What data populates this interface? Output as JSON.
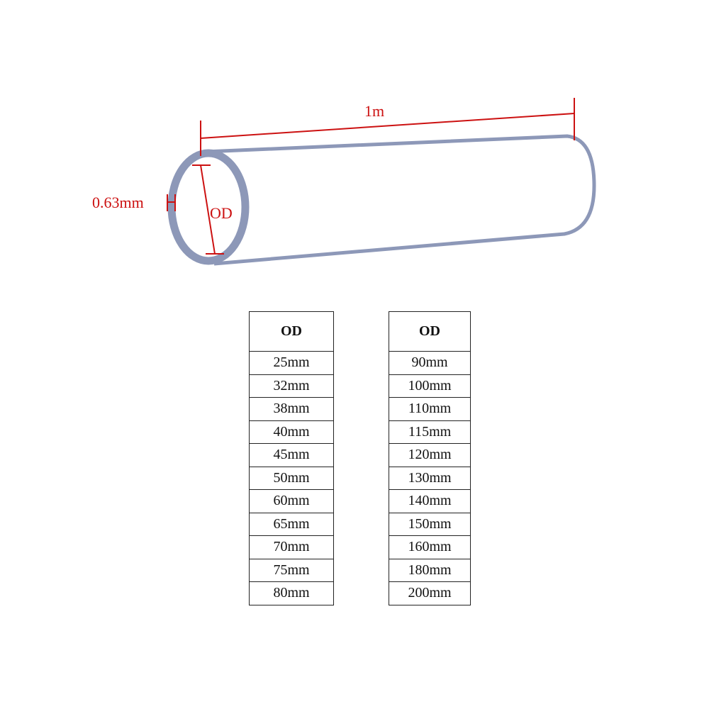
{
  "diagram": {
    "length_label": "1m",
    "thickness_label": "0.63mm",
    "od_label": "OD",
    "colors": {
      "tube": "#8d98b8",
      "dimension": "#cc1111"
    }
  },
  "tables": [
    {
      "header": "OD",
      "rows": [
        "25mm",
        "32mm",
        "38mm",
        "40mm",
        "45mm",
        "50mm",
        "60mm",
        "65mm",
        "70mm",
        "75mm",
        "80mm"
      ]
    },
    {
      "header": "OD",
      "rows": [
        "90mm",
        "100mm",
        "110mm",
        "115mm",
        "120mm",
        "130mm",
        "140mm",
        "150mm",
        "160mm",
        "180mm",
        "200mm"
      ]
    }
  ]
}
